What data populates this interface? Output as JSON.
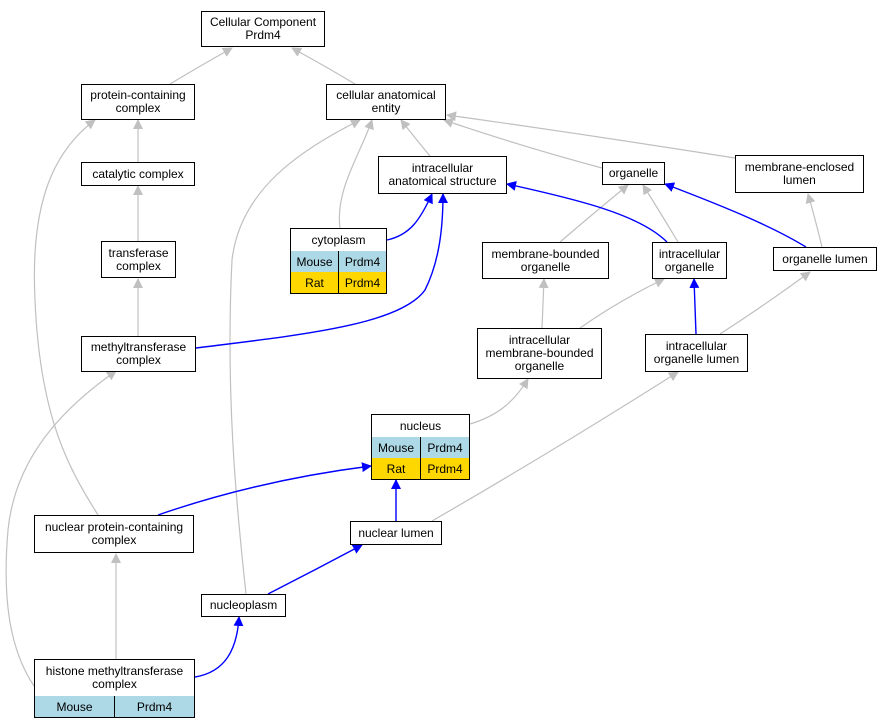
{
  "colors": {
    "is_a_edge": "#c0c0c0",
    "part_of_edge": "#0000ff",
    "mouse_row": "#add8e6",
    "rat_row": "#ffd700"
  },
  "nodes": {
    "root": "Cellular Component\nPrdm4",
    "protein_containing_complex": "protein-containing\ncomplex",
    "cellular_anatomical_entity": "cellular anatomical\nentity",
    "catalytic_complex": "catalytic complex",
    "intracellular_anatomical_structure": "intracellular\nanatomical structure",
    "organelle": "organelle",
    "membrane_enclosed_lumen": "membrane-enclosed\nlumen",
    "transferase_complex": "transferase\ncomplex",
    "membrane_bounded_organelle": "membrane-bounded\norganelle",
    "intracellular_organelle": "intracellular\norganelle",
    "organelle_lumen": "organelle lumen",
    "methyltransferase_complex": "methyltransferase\ncomplex",
    "intracellular_membrane_bounded_organelle": "intracellular\nmembrane-bounded\norganelle",
    "intracellular_organelle_lumen": "intracellular\norganelle lumen",
    "nuclear_protein_containing_complex": "nuclear protein-containing\ncomplex",
    "nuclear_lumen": "nuclear lumen",
    "nucleoplasm": "nucleoplasm"
  },
  "tables": {
    "cytoplasm": {
      "title": "cytoplasm",
      "rows": [
        {
          "species": "Mouse",
          "gene": "Prdm4"
        },
        {
          "species": "Rat",
          "gene": "Prdm4"
        }
      ]
    },
    "nucleus": {
      "title": "nucleus",
      "rows": [
        {
          "species": "Mouse",
          "gene": "Prdm4"
        },
        {
          "species": "Rat",
          "gene": "Prdm4"
        }
      ]
    },
    "histone_methyltransferase_complex": {
      "title": "histone methyltransferase\ncomplex",
      "rows": [
        {
          "species": "Mouse",
          "gene": "Prdm4"
        }
      ]
    }
  }
}
